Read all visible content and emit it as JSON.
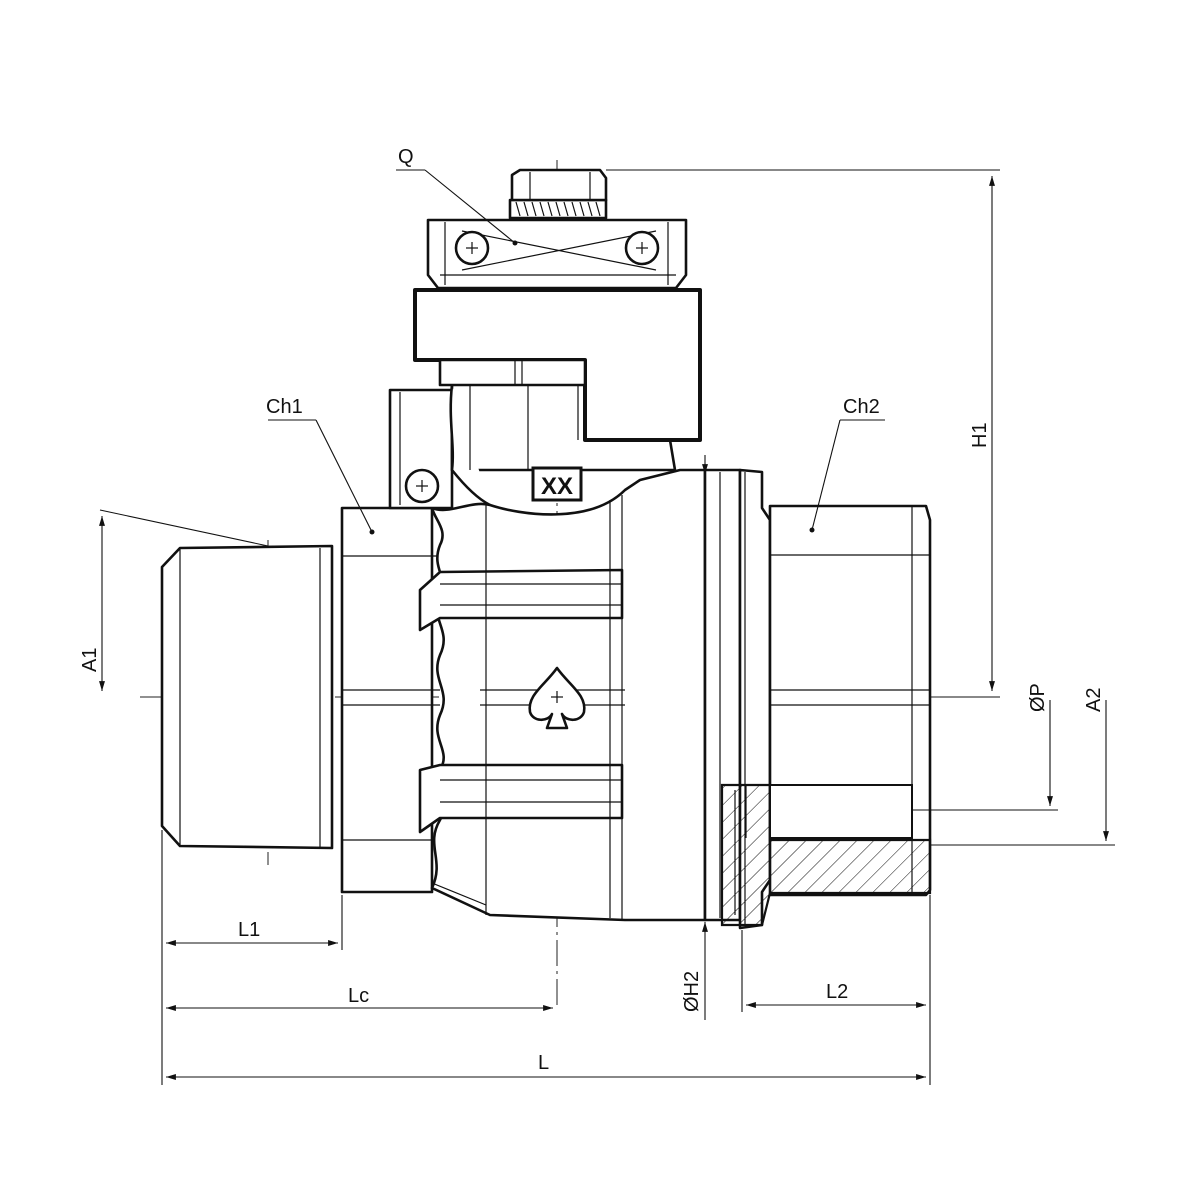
{
  "drawing": {
    "labels": {
      "q": "Q",
      "ch1": "Ch1",
      "ch2": "Ch2",
      "h1": "H1",
      "a1": "A1",
      "a2": "A2",
      "p": "ØP",
      "h2": "ØH2",
      "l1": "L1",
      "lc": "Lc",
      "l2": "L2",
      "l": "L",
      "marking": "XX"
    }
  }
}
